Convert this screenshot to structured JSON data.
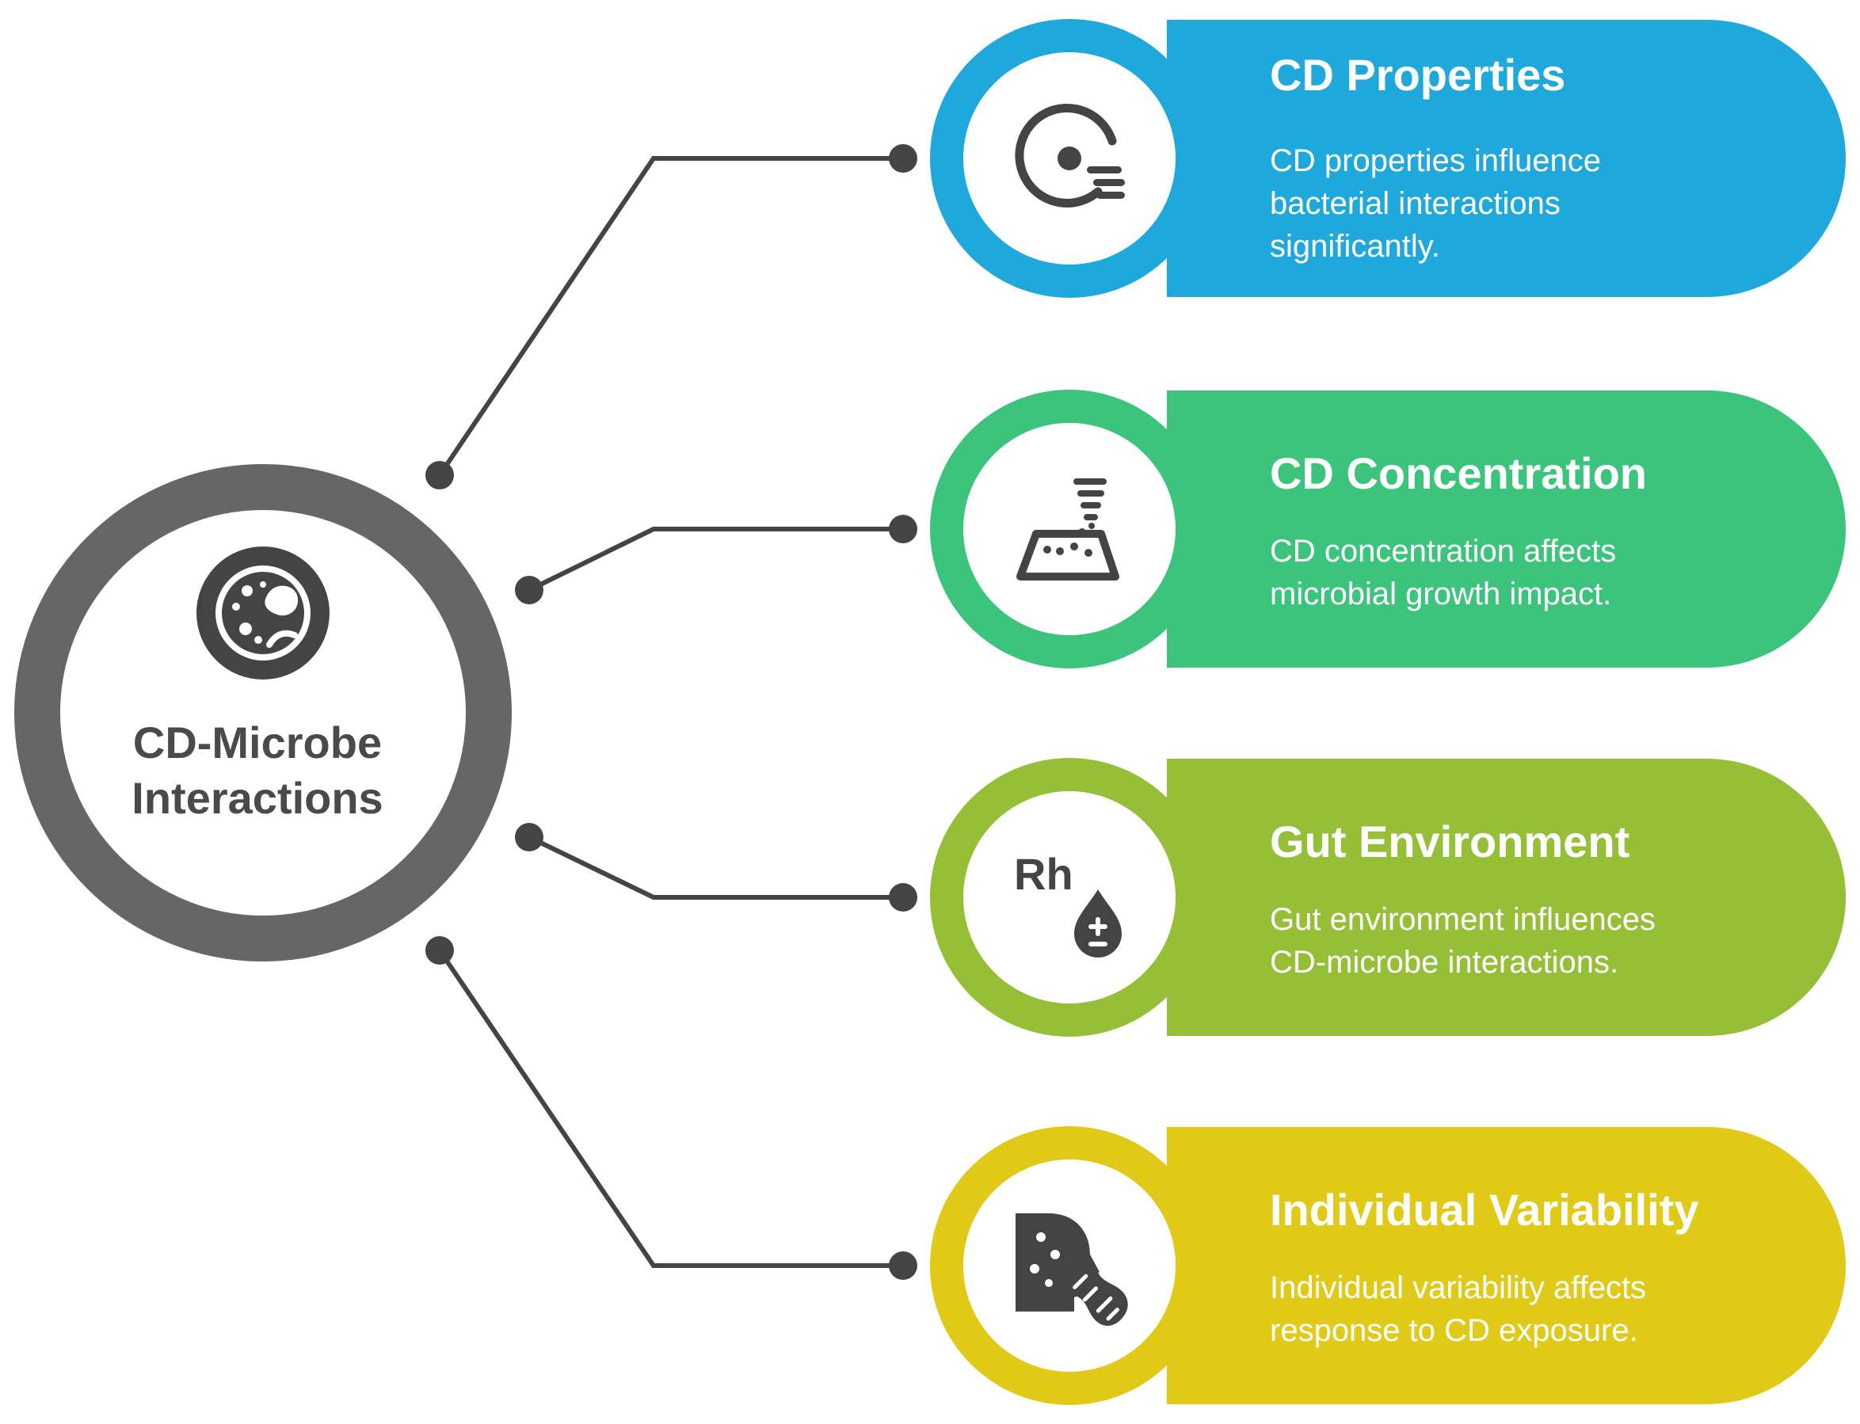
{
  "hub": {
    "title_lines": [
      "CD-Microbe",
      "Interactions"
    ],
    "icon": "microbe-cell-icon",
    "ring_color": "#666666"
  },
  "connector_color": "#444444",
  "cards": [
    {
      "title": "CD Properties",
      "description_lines": [
        "CD properties influence",
        "bacterial interactions",
        "significantly."
      ],
      "icon": "disc-properties-icon",
      "color": "#1FA8DC"
    },
    {
      "title": "CD Concentration",
      "description_lines": [
        "CD concentration affects",
        "microbial growth impact."
      ],
      "icon": "concentration-funnel-icon",
      "color": "#3CC47C"
    },
    {
      "title": "Gut Environment",
      "description_lines": [
        "Gut environment influences",
        "CD-microbe interactions."
      ],
      "icon": "rh-drop-icon",
      "color": "#95BF37"
    },
    {
      "title": "Individual Variability",
      "description_lines": [
        "Individual variability affects",
        "response to CD exposure."
      ],
      "icon": "head-peanut-icon",
      "color": "#E0CA17"
    }
  ]
}
